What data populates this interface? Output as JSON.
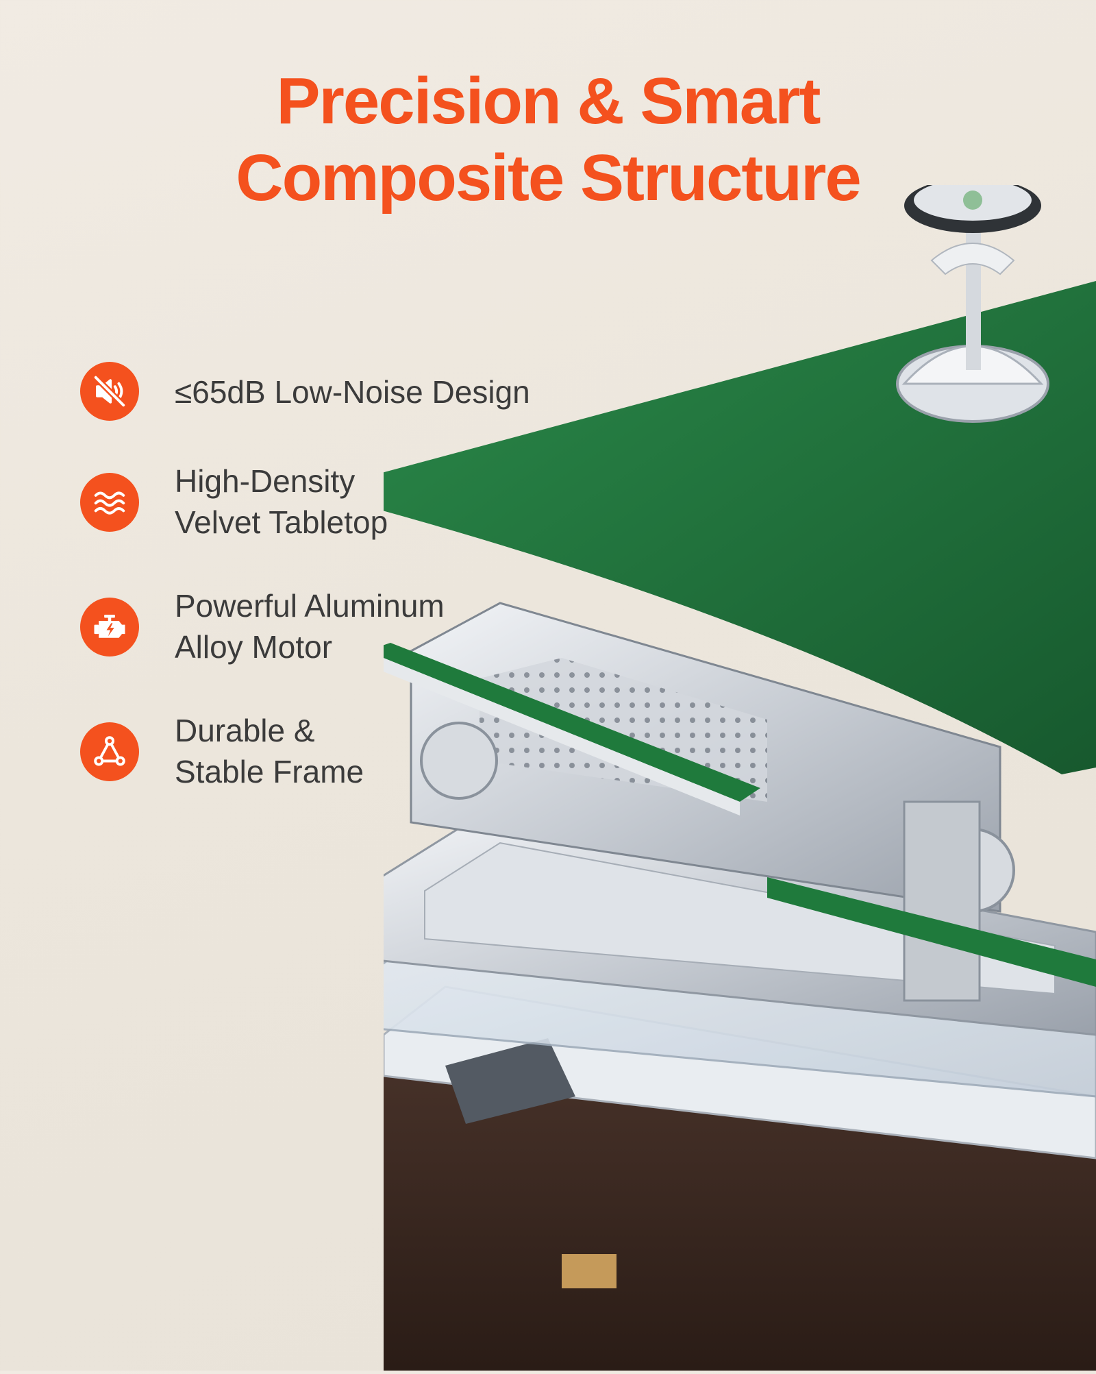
{
  "theme": {
    "accent": "#f4511e",
    "text": "#3b3b3b",
    "background": "#ede7de",
    "felt": "#1f6e3a"
  },
  "headline": {
    "line1": "Precision & Smart",
    "line2": "Composite Structure"
  },
  "features": [
    {
      "icon": "mute-speaker-icon",
      "lines": [
        "≤65dB Low-Noise Design"
      ]
    },
    {
      "icon": "waves-icon",
      "lines": [
        "High-Density",
        "Velvet Tabletop"
      ]
    },
    {
      "icon": "engine-motor-icon",
      "lines": [
        "Powerful Aluminum",
        "Alloy Motor"
      ]
    },
    {
      "icon": "triangle-frame-icon",
      "lines": [
        "Durable &",
        "Stable Frame"
      ]
    }
  ]
}
